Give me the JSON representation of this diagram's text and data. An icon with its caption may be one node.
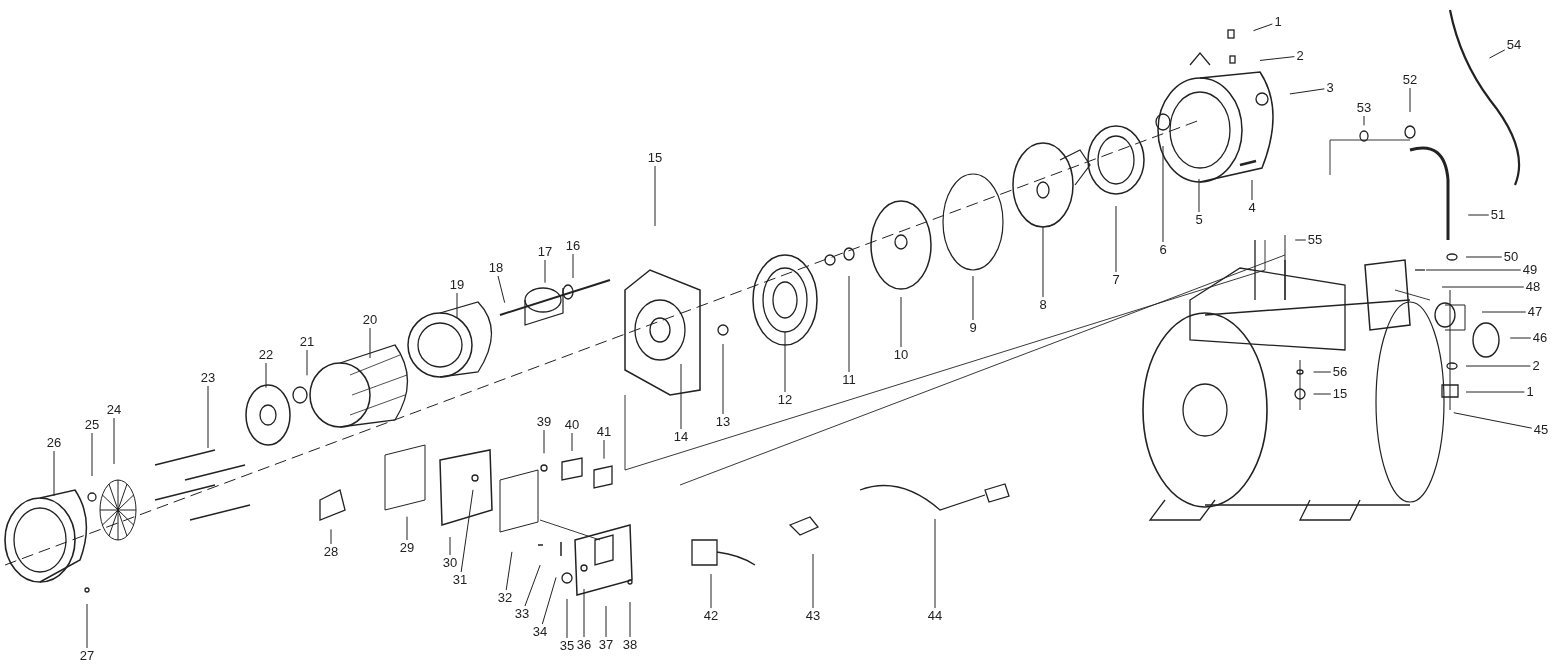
{
  "diagram": {
    "nodes": [
      {
        "text": [
          "1"
        ]
      },
      {
        "text": [
          "2"
        ]
      },
      {
        "text": [
          "3"
        ]
      },
      {
        "text": [
          "54"
        ]
      },
      {
        "text": [
          "53"
        ]
      },
      {
        "text": [
          "52"
        ]
      },
      {
        "text": [
          "15"
        ]
      },
      {
        "text": [
          "4"
        ]
      },
      {
        "text": [
          "5"
        ]
      },
      {
        "text": [
          "6"
        ]
      },
      {
        "text": [
          "7"
        ]
      },
      {
        "text": [
          "8"
        ]
      },
      {
        "text": [
          "9"
        ]
      },
      {
        "text": [
          "10"
        ]
      },
      {
        "text": [
          "11"
        ]
      },
      {
        "text": [
          "12"
        ]
      },
      {
        "text": [
          "13"
        ]
      },
      {
        "text": [
          "14"
        ]
      },
      {
        "text": [
          "16"
        ]
      },
      {
        "text": [
          "17"
        ]
      },
      {
        "text": [
          "18"
        ]
      },
      {
        "text": [
          "19"
        ]
      },
      {
        "text": [
          "20"
        ]
      },
      {
        "text": [
          "21"
        ]
      },
      {
        "text": [
          "22"
        ]
      },
      {
        "text": [
          "23"
        ]
      },
      {
        "text": [
          "24"
        ]
      },
      {
        "text": [
          "25"
        ]
      },
      {
        "text": [
          "26"
        ]
      },
      {
        "text": [
          "27"
        ]
      },
      {
        "text": [
          "28"
        ]
      },
      {
        "text": [
          "29"
        ]
      },
      {
        "text": [
          "30"
        ]
      },
      {
        "text": [
          "31"
        ]
      },
      {
        "text": [
          "32"
        ]
      },
      {
        "text": [
          "33"
        ]
      },
      {
        "text": [
          "34"
        ]
      },
      {
        "text": [
          "35"
        ]
      },
      {
        "text": [
          "36"
        ]
      },
      {
        "text": [
          "37"
        ]
      },
      {
        "text": [
          "38"
        ]
      },
      {
        "text": [
          "39"
        ]
      },
      {
        "text": [
          "40"
        ]
      },
      {
        "text": [
          "41"
        ]
      },
      {
        "text": [
          "42"
        ]
      },
      {
        "text": [
          "43"
        ]
      },
      {
        "text": [
          "44"
        ]
      },
      {
        "text": [
          "45"
        ]
      },
      {
        "text": [
          "46"
        ]
      },
      {
        "text": [
          "47"
        ]
      },
      {
        "text": [
          "48"
        ]
      },
      {
        "text": [
          "49"
        ]
      },
      {
        "text": [
          "50"
        ]
      },
      {
        "text": [
          "51"
        ]
      },
      {
        "text": [
          "55"
        ]
      },
      {
        "text": [
          "56"
        ]
      },
      {
        "text": [
          "15"
        ]
      },
      {
        "text": [
          "2"
        ]
      },
      {
        "text": [
          "1"
        ]
      }
    ],
    "edges": [
      {
        "from": 0,
        "to": null,
        "arrow": "none"
      },
      {
        "from": 1,
        "to": null,
        "arrow": "none"
      },
      {
        "from": 2,
        "to": null,
        "arrow": "none"
      },
      {
        "from": 3,
        "to": null,
        "arrow": "none"
      },
      {
        "from": 4,
        "to": null,
        "arrow": "none"
      },
      {
        "from": 5,
        "to": null,
        "arrow": "none"
      },
      {
        "from": 6,
        "to": null,
        "arrow": "none"
      },
      {
        "from": 7,
        "to": null,
        "arrow": "none"
      },
      {
        "from": 8,
        "to": null,
        "arrow": "none"
      },
      {
        "from": 9,
        "to": null,
        "arrow": "none"
      },
      {
        "from": 10,
        "to": null,
        "arrow": "none"
      },
      {
        "from": 11,
        "to": null,
        "arrow": "none"
      },
      {
        "from": 12,
        "to": null,
        "arrow": "none"
      },
      {
        "from": 13,
        "to": null,
        "arrow": "none"
      },
      {
        "from": 14,
        "to": null,
        "arrow": "none"
      },
      {
        "from": 15,
        "to": null,
        "arrow": "none"
      },
      {
        "from": 16,
        "to": null,
        "arrow": "none"
      },
      {
        "from": 17,
        "to": null,
        "arrow": "none"
      },
      {
        "from": 18,
        "to": null,
        "arrow": "none"
      },
      {
        "from": 19,
        "to": null,
        "arrow": "none"
      },
      {
        "from": 20,
        "to": null,
        "arrow": "none"
      },
      {
        "from": 21,
        "to": null,
        "arrow": "none"
      },
      {
        "from": 22,
        "to": null,
        "arrow": "none"
      },
      {
        "from": 23,
        "to": null,
        "arrow": "none"
      },
      {
        "from": 24,
        "to": null,
        "arrow": "none"
      },
      {
        "from": 25,
        "to": null,
        "arrow": "none"
      },
      {
        "from": 26,
        "to": null,
        "arrow": "none"
      },
      {
        "from": 27,
        "to": null,
        "arrow": "none"
      },
      {
        "from": 28,
        "to": null,
        "arrow": "none"
      },
      {
        "from": 29,
        "to": null,
        "arrow": "none"
      },
      {
        "from": 30,
        "to": null,
        "arrow": "none"
      },
      {
        "from": 31,
        "to": null,
        "arrow": "none"
      },
      {
        "from": 32,
        "to": null,
        "arrow": "none"
      },
      {
        "from": 33,
        "to": null,
        "arrow": "none"
      },
      {
        "from": 34,
        "to": null,
        "arrow": "none"
      },
      {
        "from": 35,
        "to": null,
        "arrow": "none"
      },
      {
        "from": 36,
        "to": null,
        "arrow": "none"
      },
      {
        "from": 37,
        "to": null,
        "arrow": "none"
      },
      {
        "from": 38,
        "to": null,
        "arrow": "none"
      },
      {
        "from": 39,
        "to": null,
        "arrow": "none"
      },
      {
        "from": 40,
        "to": null,
        "arrow": "none"
      },
      {
        "from": 41,
        "to": null,
        "arrow": "none"
      },
      {
        "from": 42,
        "to": null,
        "arrow": "none"
      },
      {
        "from": 43,
        "to": null,
        "arrow": "none"
      },
      {
        "from": 44,
        "to": null,
        "arrow": "none"
      },
      {
        "from": 45,
        "to": null,
        "arrow": "none"
      },
      {
        "from": 46,
        "to": null,
        "arrow": "none"
      },
      {
        "from": 47,
        "to": null,
        "arrow": "none"
      },
      {
        "from": 48,
        "to": null,
        "arrow": "none"
      },
      {
        "from": 49,
        "to": null,
        "arrow": "none"
      },
      {
        "from": 50,
        "to": null,
        "arrow": "none"
      },
      {
        "from": 51,
        "to": null,
        "arrow": "none"
      },
      {
        "from": 52,
        "to": null,
        "arrow": "none"
      },
      {
        "from": 53,
        "to": null,
        "arrow": "none"
      },
      {
        "from": 54,
        "to": null,
        "arrow": "none"
      },
      {
        "from": 55,
        "to": null,
        "arrow": "none"
      },
      {
        "from": 56,
        "to": null,
        "arrow": "none"
      },
      {
        "from": 57,
        "to": null,
        "arrow": "none"
      },
      {
        "from": 58,
        "to": null,
        "arrow": "none"
      }
    ]
  }
}
